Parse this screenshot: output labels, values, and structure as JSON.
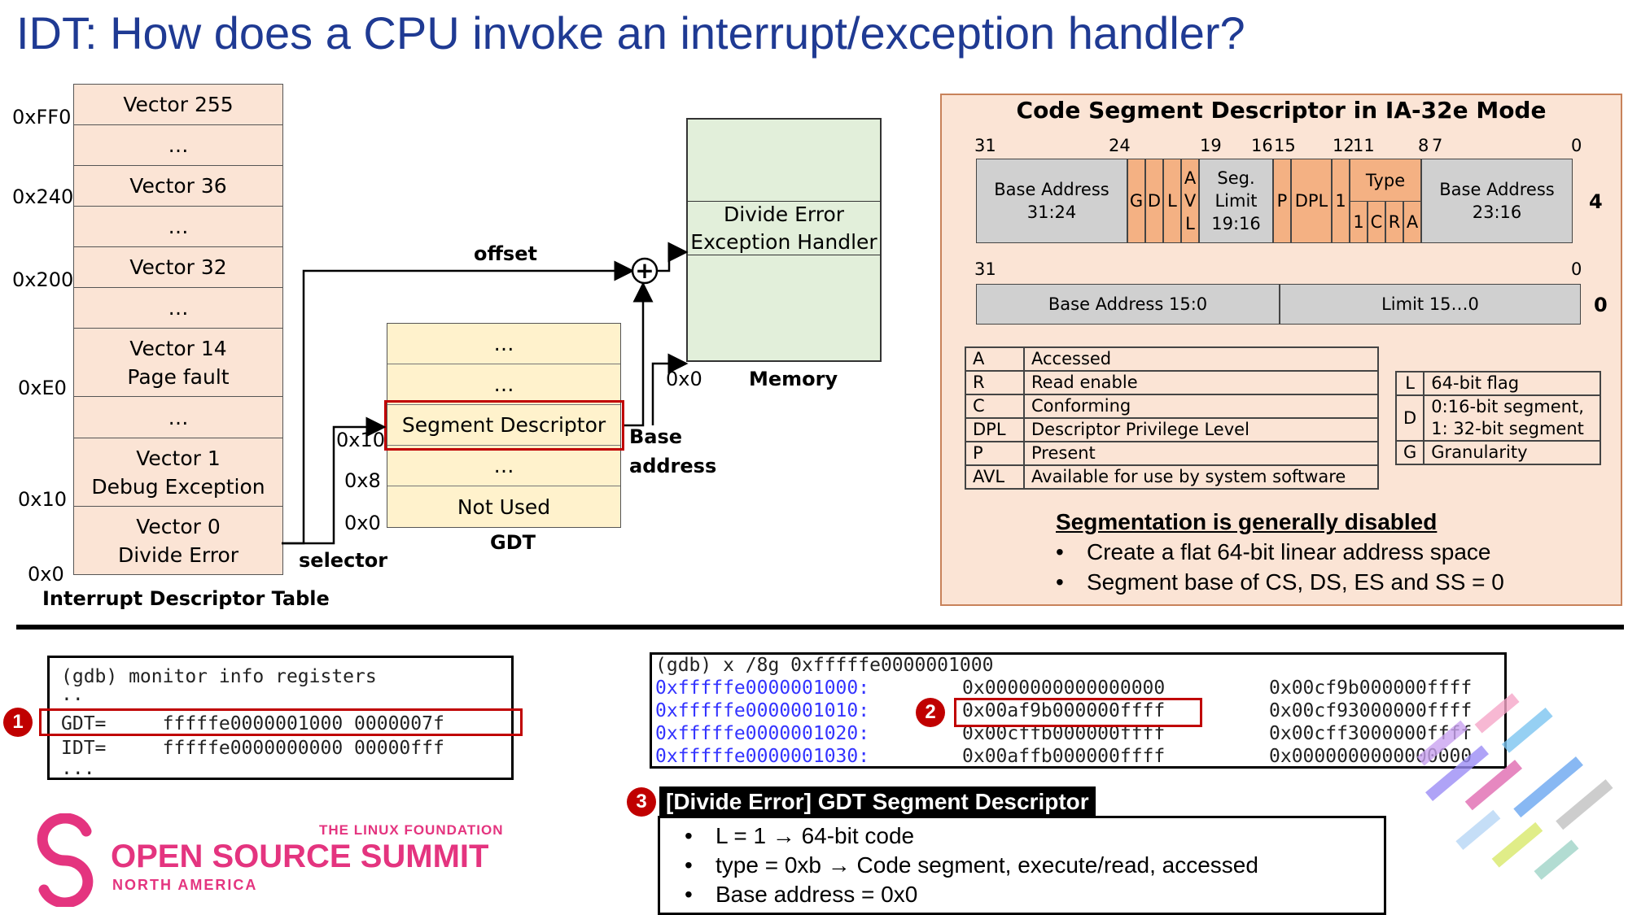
{
  "title": "IDT: How does a CPU invoke an interrupt/exception handler?",
  "idt": {
    "caption": "Interrupt Descriptor Table",
    "rows": [
      {
        "l1": "Vector 255",
        "l2": ""
      },
      {
        "l1": "…",
        "l2": ""
      },
      {
        "l1": "Vector 36",
        "l2": ""
      },
      {
        "l1": "…",
        "l2": ""
      },
      {
        "l1": "Vector 32",
        "l2": ""
      },
      {
        "l1": "…",
        "l2": ""
      },
      {
        "l1": "Vector 14",
        "l2": "Page fault"
      },
      {
        "l1": "…",
        "l2": ""
      },
      {
        "l1": "Vector 1",
        "l2": "Debug Exception"
      },
      {
        "l1": "Vector 0",
        "l2": "Divide Error"
      }
    ],
    "addresses": [
      "0xFF0",
      "0x240",
      "0x200",
      "0xE0",
      "0x10",
      "0x0"
    ]
  },
  "gdt": {
    "caption": "GDT",
    "rows": [
      "…",
      "…",
      "Segment Descriptor",
      "…",
      "Not Used"
    ],
    "offsets": [
      "0x10",
      "0x8",
      "0x0"
    ]
  },
  "memory": {
    "caption": "Memory",
    "handler_l1": "Divide Error",
    "handler_l2": "Exception Handler",
    "zero": "0x0"
  },
  "arrows": {
    "offset": "offset",
    "selector": "selector",
    "base1": "Base",
    "base2": "address",
    "plus": "+"
  },
  "csd": {
    "title": "Code Segment Descriptor in IA-32e Mode",
    "bits_top": [
      "31",
      "24",
      "19",
      "16",
      "15",
      "12",
      "11",
      "8",
      "7",
      "0"
    ],
    "bits_bot": [
      "31",
      "0"
    ],
    "row_top": {
      "base_hi_1": "Base Address",
      "base_hi_2": "31:24",
      "g": "G",
      "d": "D",
      "l": "L",
      "avl_a": "A",
      "avl_v": "V",
      "avl_l": "L",
      "seg_1": "Seg.",
      "seg_2": "Limit",
      "seg_3": "19:16",
      "p": "P",
      "dpl": "DPL",
      "s": "1",
      "type": "Type",
      "t1": "1",
      "tc": "C",
      "tr": "R",
      "ta": "A",
      "base_mid_1": "Base Address",
      "base_mid_2": "23:16",
      "index": "4"
    },
    "row_bot": {
      "base_lo": "Base Address 15:0",
      "limit": "Limit 15…0",
      "index": "0"
    },
    "legend1": [
      {
        "k": "A",
        "v": "Accessed"
      },
      {
        "k": "R",
        "v": "Read enable"
      },
      {
        "k": "C",
        "v": "Conforming"
      },
      {
        "k": "DPL",
        "v": "Descriptor Privilege Level"
      },
      {
        "k": "P",
        "v": "Present"
      },
      {
        "k": "AVL",
        "v": "Available for use by system software"
      }
    ],
    "legend2": [
      {
        "k": "L",
        "v": "64-bit flag"
      },
      {
        "k": "D",
        "v1": "0:16-bit segment,",
        "v2": "1: 32-bit segment"
      },
      {
        "k": "G",
        "v": "Granularity"
      }
    ],
    "seg_title": "Segmentation is generally disabled",
    "seg_points": [
      "Create a flat 64-bit linear address space",
      "Segment base of CS, DS, ES and SS = 0"
    ]
  },
  "term1": {
    "lines": [
      "(gdb) monitor info registers",
      "..",
      "GDT=     fffffe0000001000 0000007f",
      "IDT=     fffffe0000000000 00000fff",
      "..."
    ]
  },
  "term2": {
    "cmd": "(gdb) x /8g 0xfffffe0000001000",
    "rows": [
      {
        "addr": "0xfffffe0000001000:",
        "v1": "0x0000000000000000",
        "v2": "0x00cf9b000000ffff"
      },
      {
        "addr": "0xfffffe0000001010:",
        "v1": "0x00af9b000000ffff",
        "v2": "0x00cf93000000ffff"
      },
      {
        "addr": "0xfffffe0000001020:",
        "v1": "0x00cffb000000ffff",
        "v2": "0x00cff3000000ffff"
      },
      {
        "addr": "0xfffffe0000001030:",
        "v1": "0x00affb000000ffff",
        "v2": "0x0000000000000000"
      }
    ]
  },
  "badges": [
    "1",
    "2",
    "3"
  ],
  "summary": {
    "title": "[Divide Error] GDT Segment Descriptor",
    "points": [
      "L = 1 → 64-bit code",
      "type = 0xb → Code segment, execute/read, accessed",
      "Base address = 0x0"
    ]
  },
  "logo": {
    "top": "THE LINUX FOUNDATION",
    "main": "OPEN SOURCE SUMMIT",
    "sub": "NORTH AMERICA",
    "color": "#e4347f"
  },
  "colors": {
    "title": "#1f3a93",
    "idt_fill": "#fbe4d5",
    "gdt_fill": "#fff2cc",
    "mem_fill": "#e2efda",
    "highlight": "#c00000",
    "addr_blue": "#3333ff"
  }
}
